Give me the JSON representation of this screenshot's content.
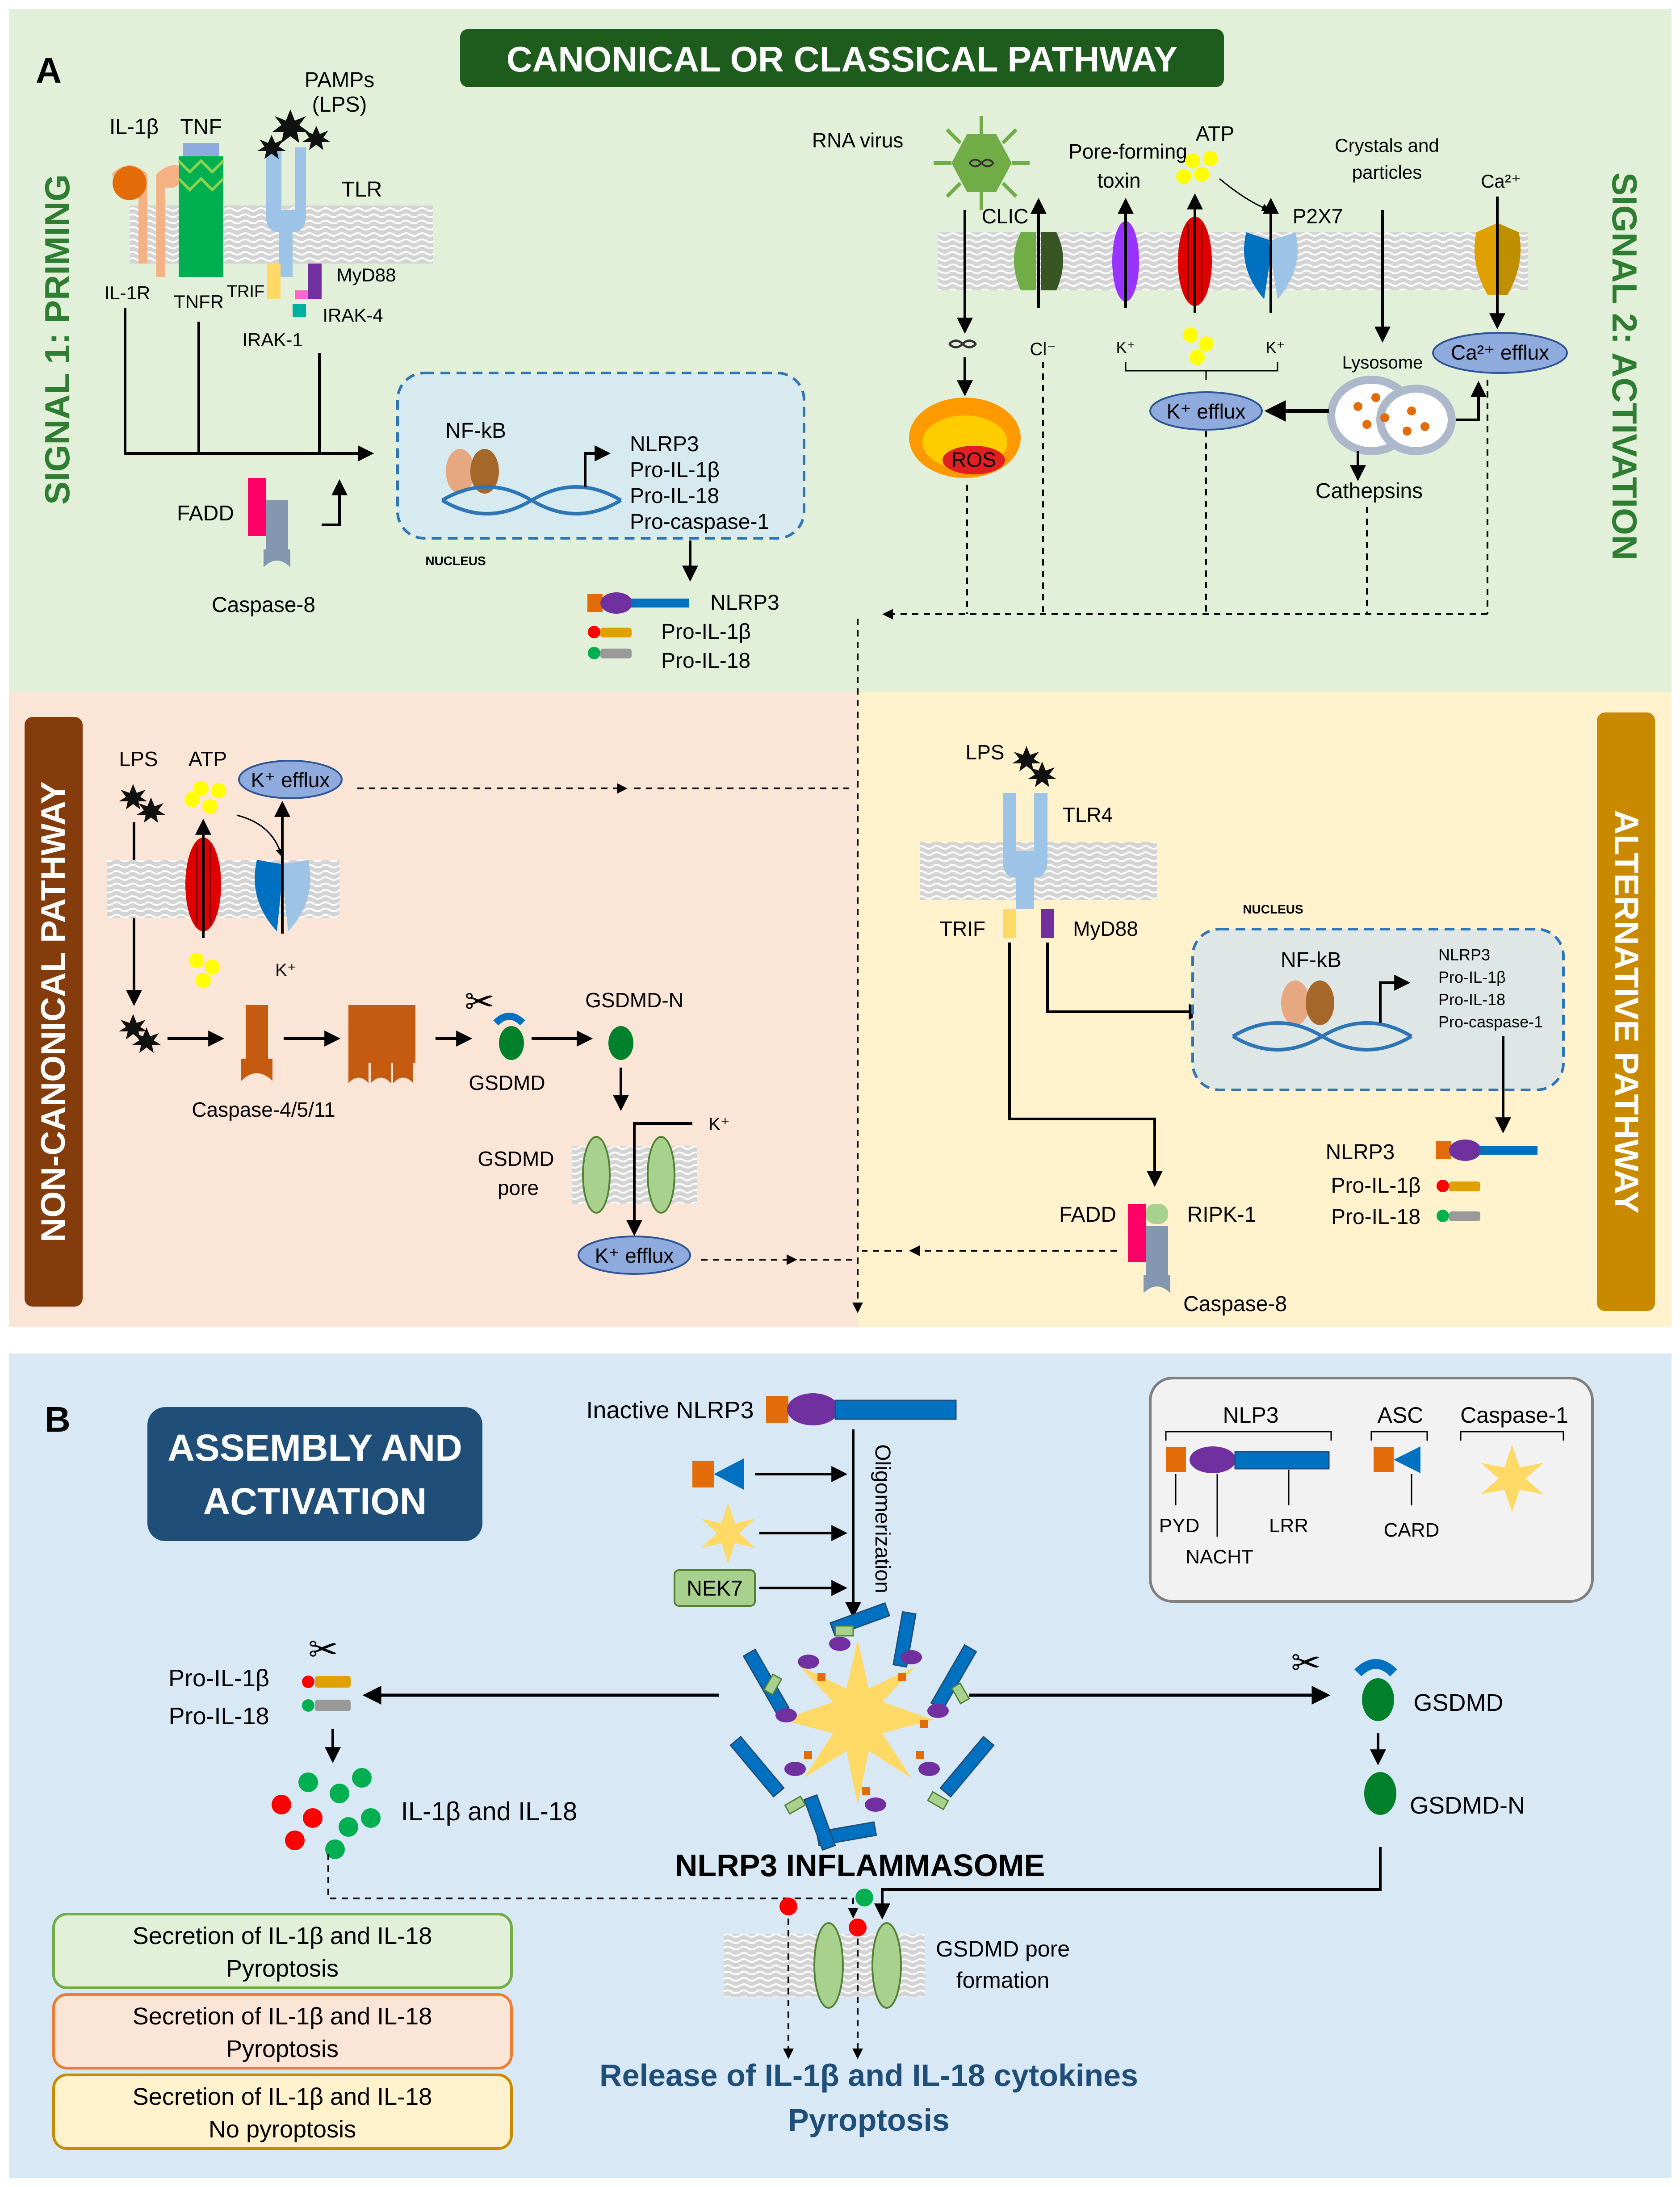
{
  "panel_a": {
    "letter": "A",
    "canonical_title": "CANONICAL OR CLASSICAL PATHWAY",
    "signal1_label": "SIGNAL 1: PRIMING",
    "signal2_label": "SIGNAL 2: ACTIVATION",
    "noncanonical_label": "NON-CANONICAL PATHWAY",
    "alternative_label": "ALTERNATIVE PATHWAY",
    "priming": {
      "il1b": "IL-1β",
      "tnf": "TNF",
      "pamps": "PAMPs",
      "lps_paren": "(LPS)",
      "tlr": "TLR",
      "il1r": "IL-1R",
      "tnfr": "TNFR",
      "trif": "TRIF",
      "myd88": "MyD88",
      "irak4": "IRAK-4",
      "irak1": "IRAK-1",
      "fadd": "FADD",
      "caspase8": "Caspase-8",
      "nfkb": "NF-kB",
      "nucleus": "NUCLEUS",
      "genes": [
        "NLRP3",
        "Pro-IL-1β",
        "Pro-IL-18",
        "Pro-caspase-1"
      ],
      "products": [
        "NLRP3",
        "Pro-IL-1β",
        "Pro-IL-18"
      ]
    },
    "activation": {
      "rna_virus": "RNA virus",
      "clic": "CLIC",
      "cl": "Cl⁻",
      "pore_toxin_1": "Pore-forming",
      "pore_toxin_2": "toxin",
      "atp": "ATP",
      "p2x7": "P2X7",
      "k_plus": "K⁺",
      "crystals_1": "Crystals and",
      "crystals_2": "particles",
      "ca": "Ca²⁺",
      "ca_efflux": "Ca²⁺ efflux",
      "lysosome": "Lysosome",
      "k_efflux": "K⁺ efflux",
      "ros": "ROS",
      "cathepsins": "Cathepsins"
    },
    "noncanonical": {
      "lps": "LPS",
      "atp": "ATP",
      "k_efflux": "K⁺ efflux",
      "k_plus": "K⁺",
      "caspase": "Caspase-4/5/11",
      "gsdmd": "GSDMD",
      "gsdmd_n": "GSDMD-N",
      "pore_1": "GSDMD",
      "pore_2": "pore",
      "k_plus2": "K⁺",
      "k_efflux2": "K⁺ efflux"
    },
    "alternative": {
      "lps": "LPS",
      "tlr4": "TLR4",
      "trif": "TRIF",
      "myd88": "MyD88",
      "nucleus": "NUCLEUS",
      "nfkb": "NF-kB",
      "genes": [
        "NLRP3",
        "Pro-IL-1β",
        "Pro-IL-18",
        "Pro-caspase-1"
      ],
      "products": [
        "NLRP3",
        "Pro-IL-1β",
        "Pro-IL-18"
      ],
      "fadd": "FADD",
      "ripk1": "RIPK-1",
      "caspase8": "Caspase-8"
    }
  },
  "panel_b": {
    "letter": "B",
    "title_1": "ASSEMBLY AND",
    "title_2": "ACTIVATION",
    "inactive_nlrp3": "Inactive NLRP3",
    "nek7": "NEK7",
    "oligomerization": "Oligomerization",
    "legend": {
      "nlp3": "NLP3",
      "asc": "ASC",
      "caspase1": "Caspase-1",
      "pyd": "PYD",
      "nacht": "NACHT",
      "lrr": "LRR",
      "card": "CARD"
    },
    "pro_il1b": "Pro-IL-1β",
    "pro_il18": "Pro-IL-18",
    "il_mature": "IL-1β and IL-18",
    "inflammasome": "NLRP3 INFLAMMASOME",
    "gsdmd": "GSDMD",
    "gsdmd_n": "GSDMD-N",
    "pore_1": "GSDMD pore",
    "pore_2": "formation",
    "release_1": "Release of IL-1β and IL-18 cytokines",
    "release_2": "Pyroptosis",
    "outcomes": [
      {
        "line1": "Secretion of IL-1β and IL-18",
        "line2": "Pyroptosis"
      },
      {
        "line1": "Secretion of IL-1β and IL-18",
        "line2": "Pyroptosis"
      },
      {
        "line1": "Secretion of IL-1β and IL-18",
        "line2": "No pyroptosis"
      }
    ]
  },
  "colors": {
    "canonical_bg": "#e2f0d9",
    "noncanonical_bg": "#fbe5d6",
    "alternative_bg": "#fff2cc",
    "panel_b_bg": "#d9e8f5",
    "dark_green": "#1e5c1e",
    "dark_brown": "#843c0c",
    "gold": "#c98a00",
    "dark_blue": "#1f4e79"
  }
}
